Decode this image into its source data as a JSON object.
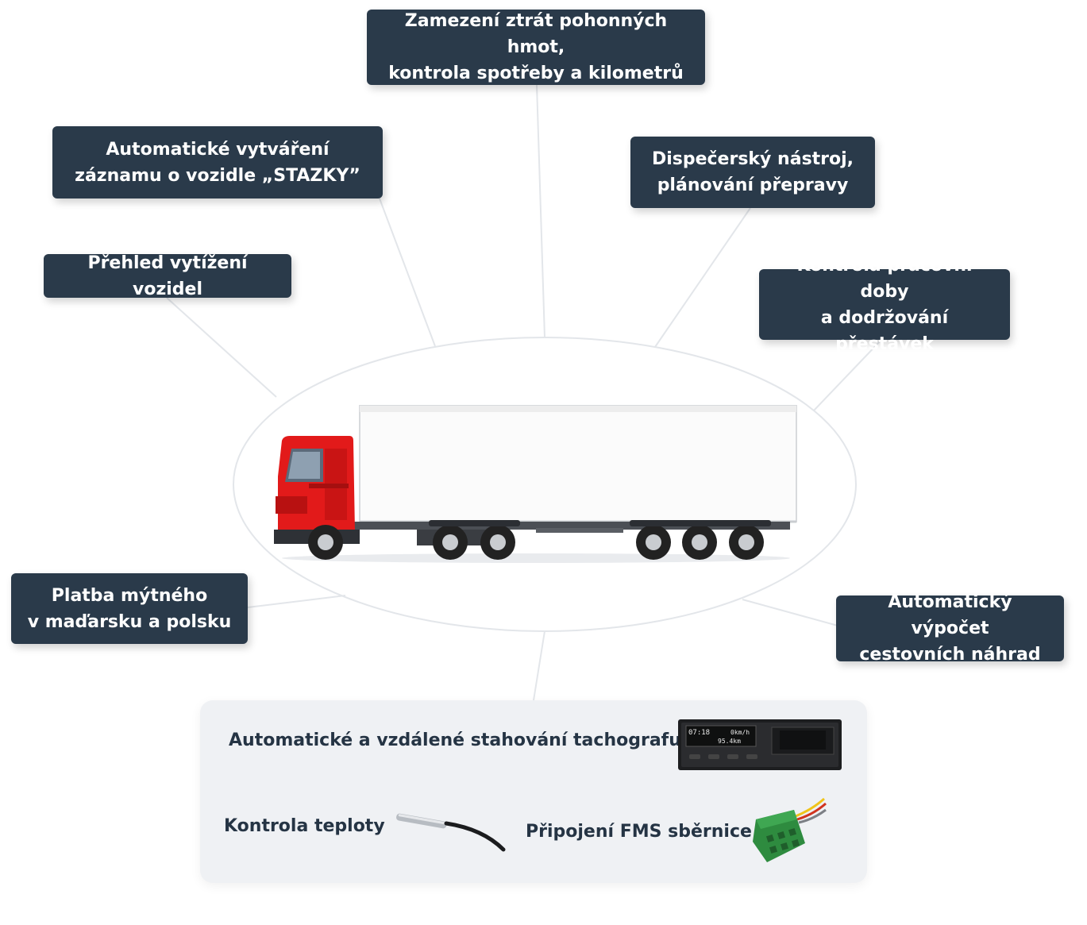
{
  "features": {
    "fuel": "Zamezení ztrát pohonných hmot,\nkontrola spotřeby a kilometrů",
    "records": "Automatické vytváření\nzáznamu o vozidle „STAZKY”",
    "dispatch": "Dispečerský nástroj,\nplánování přepravy",
    "utilization": "Přehled vytížení vozidel",
    "worktime": "Kontrola pracovní doby\na dodržování přestávek",
    "toll": "Platba mýtného\nv maďarsku a polsku",
    "travel": "Automatický výpočet\ncestovních náhrad"
  },
  "panel": {
    "tachograph": "Automatické a vzdálené stahování tachografu",
    "temperature": "Kontrola teploty",
    "fms": "Připojení FMS sběrnice"
  },
  "tachograph_display": {
    "time": "07:18",
    "speed": "0km/h",
    "distance": "95.4km"
  },
  "colors": {
    "box": "#2a3a4a",
    "truck_cab": "#e21a1a",
    "connector": "#2e8b3f"
  },
  "icons": [
    "truck-icon",
    "tachograph-icon",
    "temperature-sensor-icon",
    "fms-connector-icon"
  ]
}
